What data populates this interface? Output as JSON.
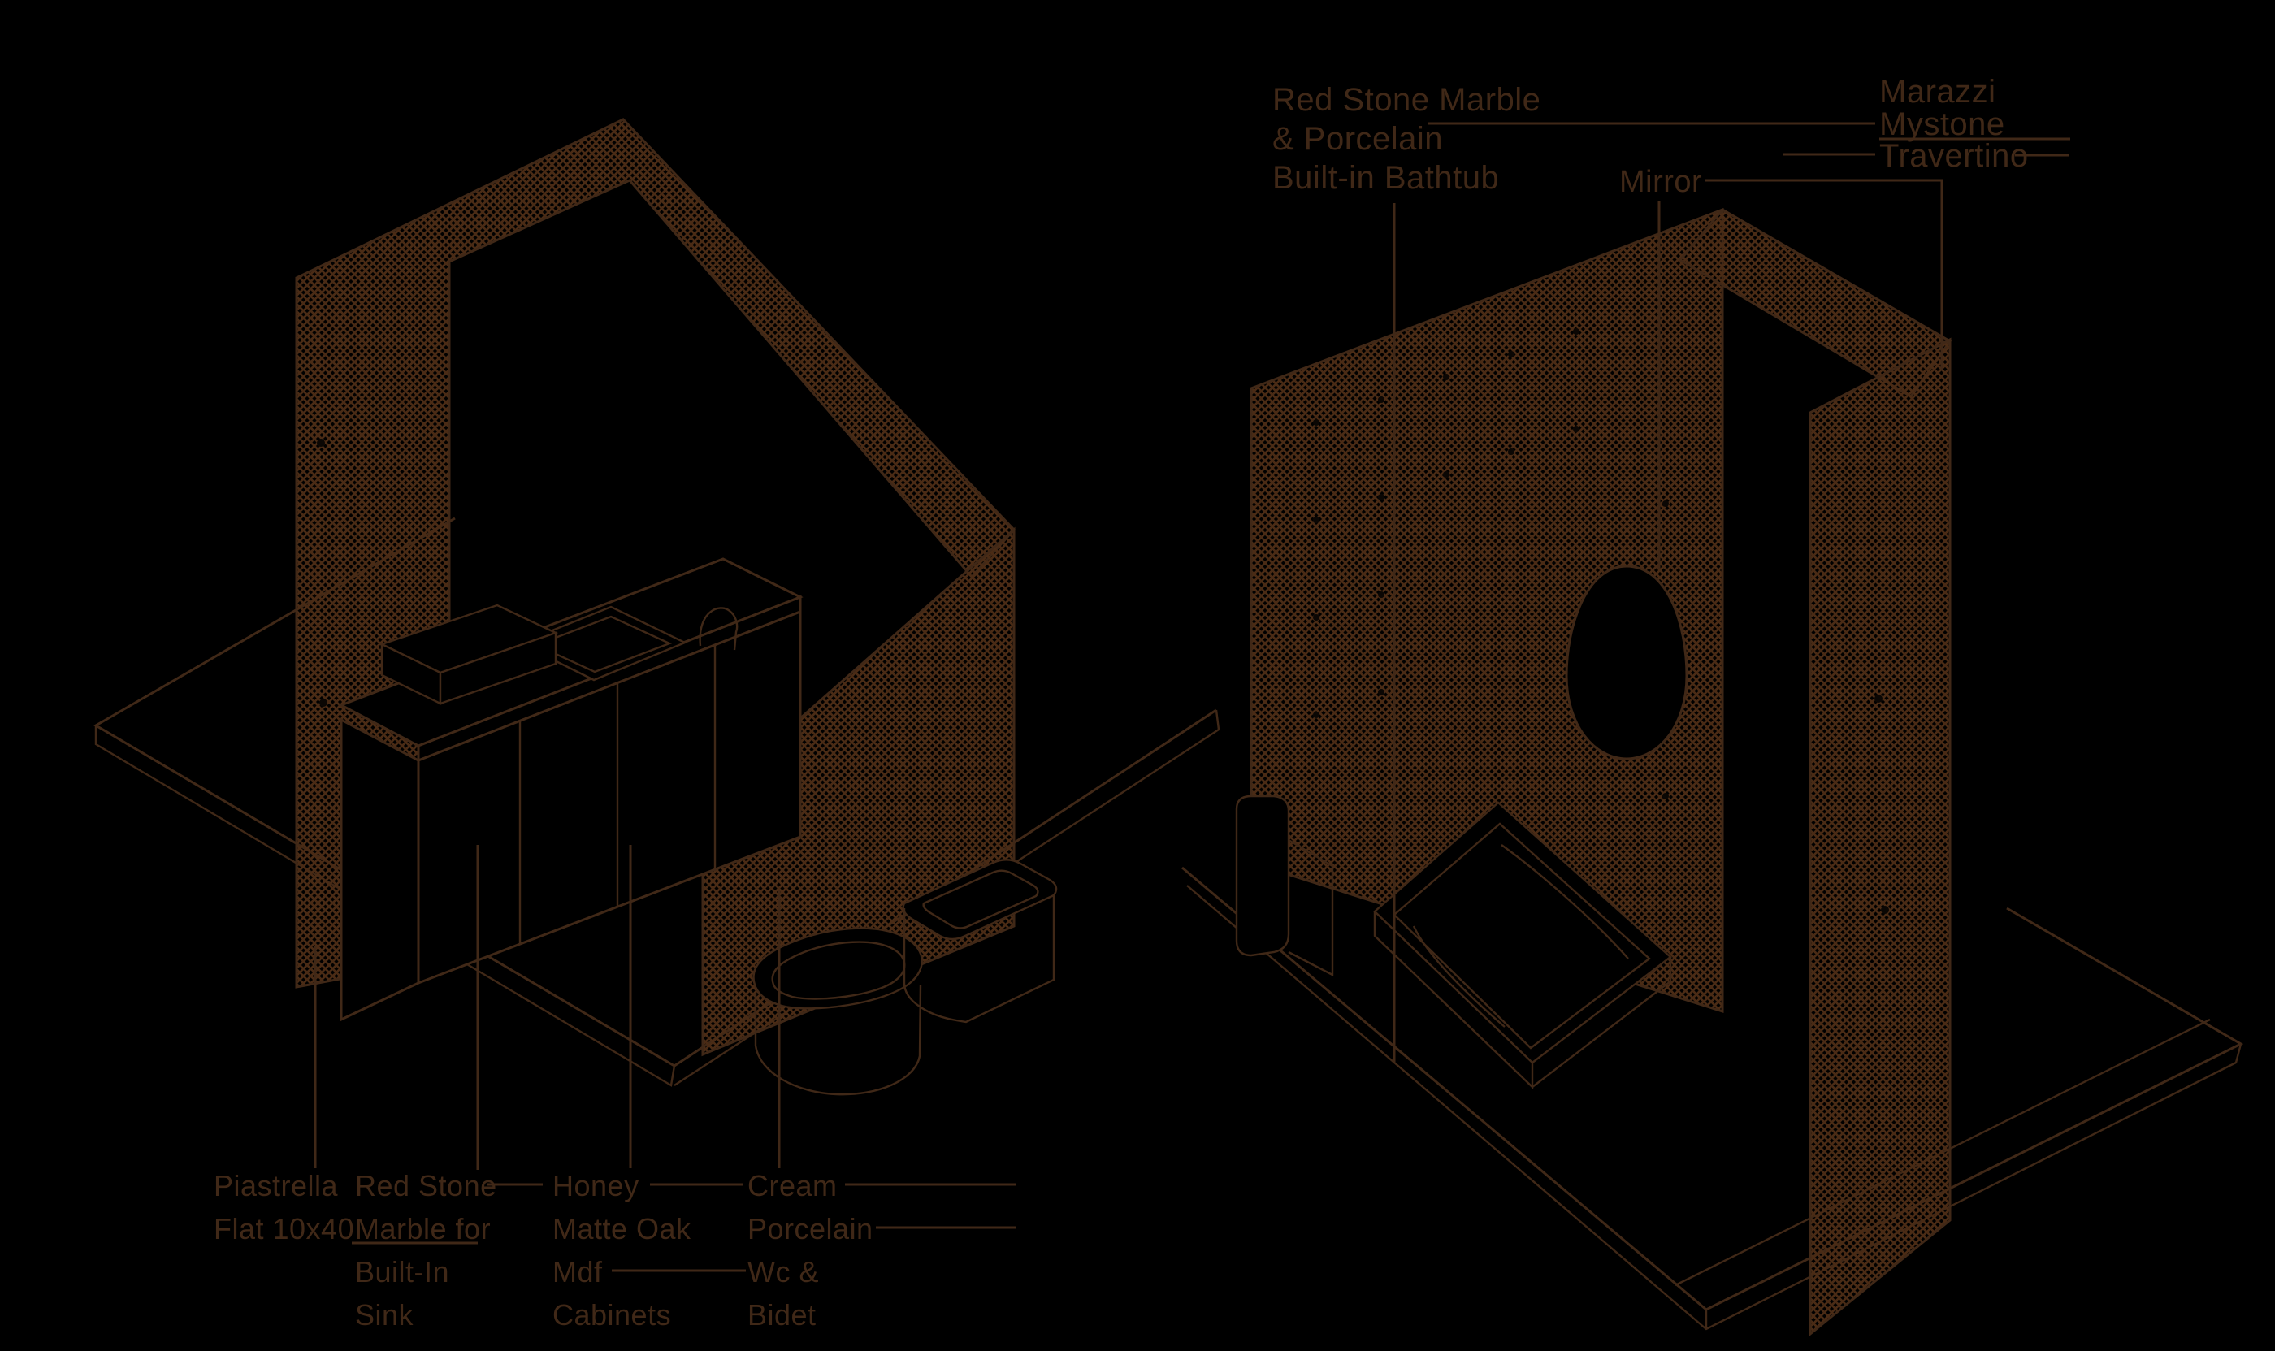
{
  "figure": "isometric-bathroom-materials-diagram",
  "colors": {
    "background": "#000000",
    "line": "#402817",
    "hatch": "#4a2b15",
    "text": "#402817"
  },
  "annotations": {
    "top": {
      "bathtub": {
        "lines": [
          "Red Stone Marble",
          "& Porcelain",
          "Built-in Bathtub"
        ]
      },
      "mirror": {
        "lines": [
          "Mirror"
        ]
      },
      "wall_finish": {
        "lines": [
          "Marazzi",
          "Mystone",
          "Travertino"
        ]
      }
    },
    "bottom": {
      "floor_finish": {
        "lines": [
          "Piastrella",
          "Flat 10x40"
        ]
      },
      "sink": {
        "lines": [
          "Red Stone",
          "Marble for",
          "Built-In",
          "Sink"
        ]
      },
      "cabinets": {
        "lines": [
          "Honey",
          "Matte Oak",
          "Mdf",
          "Cabinets"
        ]
      },
      "wc_bidet": {
        "lines": [
          "Cream",
          "Porcelain",
          "Wc &",
          "Bidet"
        ]
      }
    }
  }
}
